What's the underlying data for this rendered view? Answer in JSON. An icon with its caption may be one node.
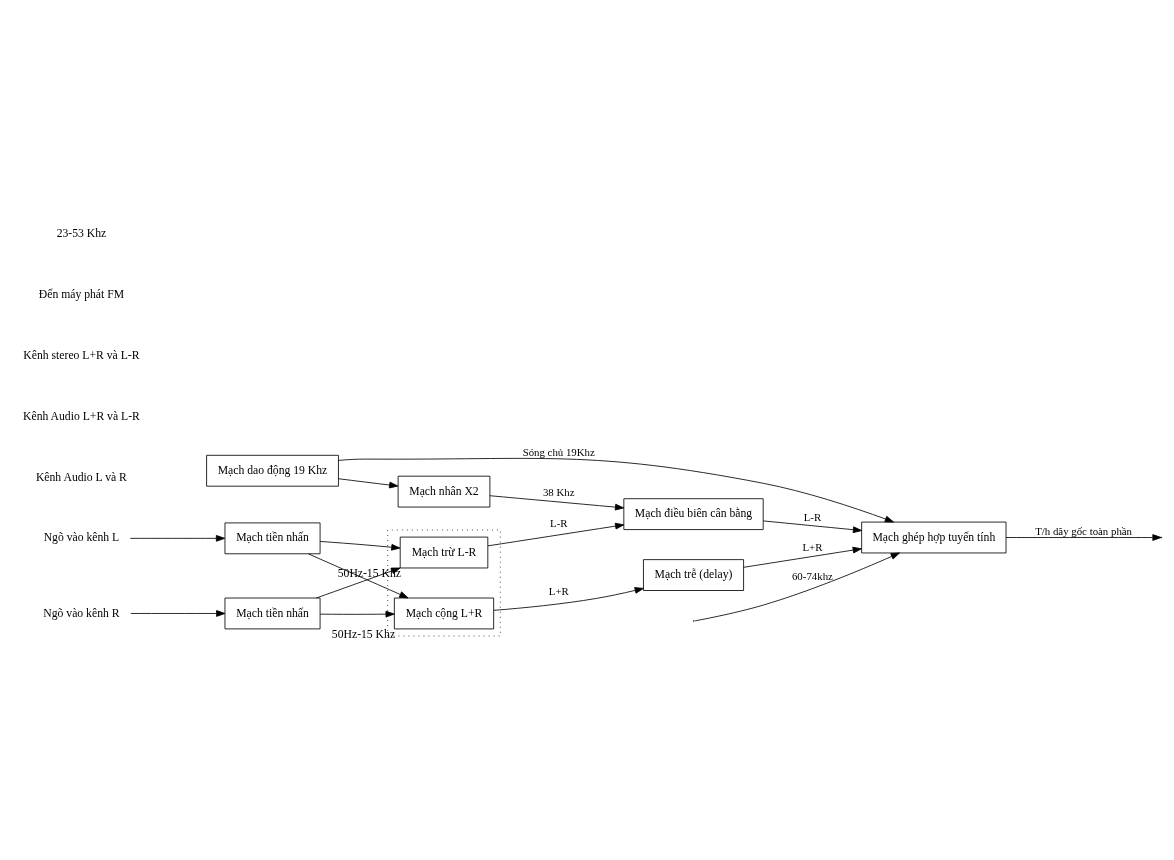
{
  "diagram": {
    "nodes": [
      {
        "text": [
          "Ngõ vào kênh L"
        ]
      },
      {
        "text": [
          "Mạch tiền nhấn"
        ]
      },
      {
        "text": [
          "Ngõ vào kênh R"
        ]
      },
      {
        "text": [
          "Mạch tiền nhấn"
        ]
      },
      {
        "text": [],
        "shape": "box"
      },
      {
        "text": [
          "Mạch cộng L+R"
        ],
        "in": 4,
        "beside": [
          "50Hz-15 Khz"
        ]
      },
      {
        "text": [
          "Mạch trừ L-R"
        ],
        "in": 4,
        "beside": [
          "50Hz-15 Khz"
        ]
      },
      {
        "text": [
          "Mạch trễ (delay)"
        ]
      },
      {
        "text": [
          "Mạch điều biên cân bằng"
        ]
      },
      {
        "text": [
          "Mạch ghép hợp tuyến tính"
        ]
      },
      {
        "text": [
          "Mạch nhân X2"
        ]
      },
      {
        "text": [
          "Mạch dao động 19 Khz"
        ]
      }
    ],
    "edges": [
      {
        "from": 0,
        "to": 1,
        "arrow": "to"
      },
      {
        "from": 2,
        "to": 3,
        "arrow": "to"
      },
      {
        "from": 1,
        "to": 5,
        "arrow": "to"
      },
      {
        "from": 1,
        "to": 6,
        "arrow": "to"
      },
      {
        "from": 3,
        "to": 5,
        "arrow": "to"
      },
      {
        "from": 3,
        "to": 6,
        "arrow": "to"
      },
      {
        "from": 5,
        "to": 7,
        "arrow": "to",
        "label": "L+R"
      },
      {
        "from": 6,
        "to": 8,
        "arrow": "to",
        "label": "L-R"
      },
      {
        "from": 7,
        "to": 9,
        "arrow": "to",
        "label": "L+R"
      },
      {
        "from": 8,
        "to": 9,
        "arrow": "to",
        "label": "L-R"
      },
      {
        "from": 10,
        "to": 8,
        "arrow": "to",
        "label": "38 Khz"
      },
      {
        "from": 11,
        "to": 10,
        "arrow": "to"
      },
      {
        "from": 11,
        "to": 9,
        "arrow": "to",
        "label": "Sóng chủ 19Khz"
      },
      {
        "from": null,
        "to": 9,
        "arrow": "to",
        "label": "60-74khz"
      },
      {
        "from": 9,
        "to": null,
        "arrow": "to",
        "label": "T/h dãy gốc toàn phần"
      }
    ],
    "labels": [
      "Kênh Audio L và R",
      "Kênh Audio L+R và L-R",
      "Kênh stereo L+R và L-R",
      "Đến máy phát FM",
      "23-53 Khz"
    ]
  }
}
